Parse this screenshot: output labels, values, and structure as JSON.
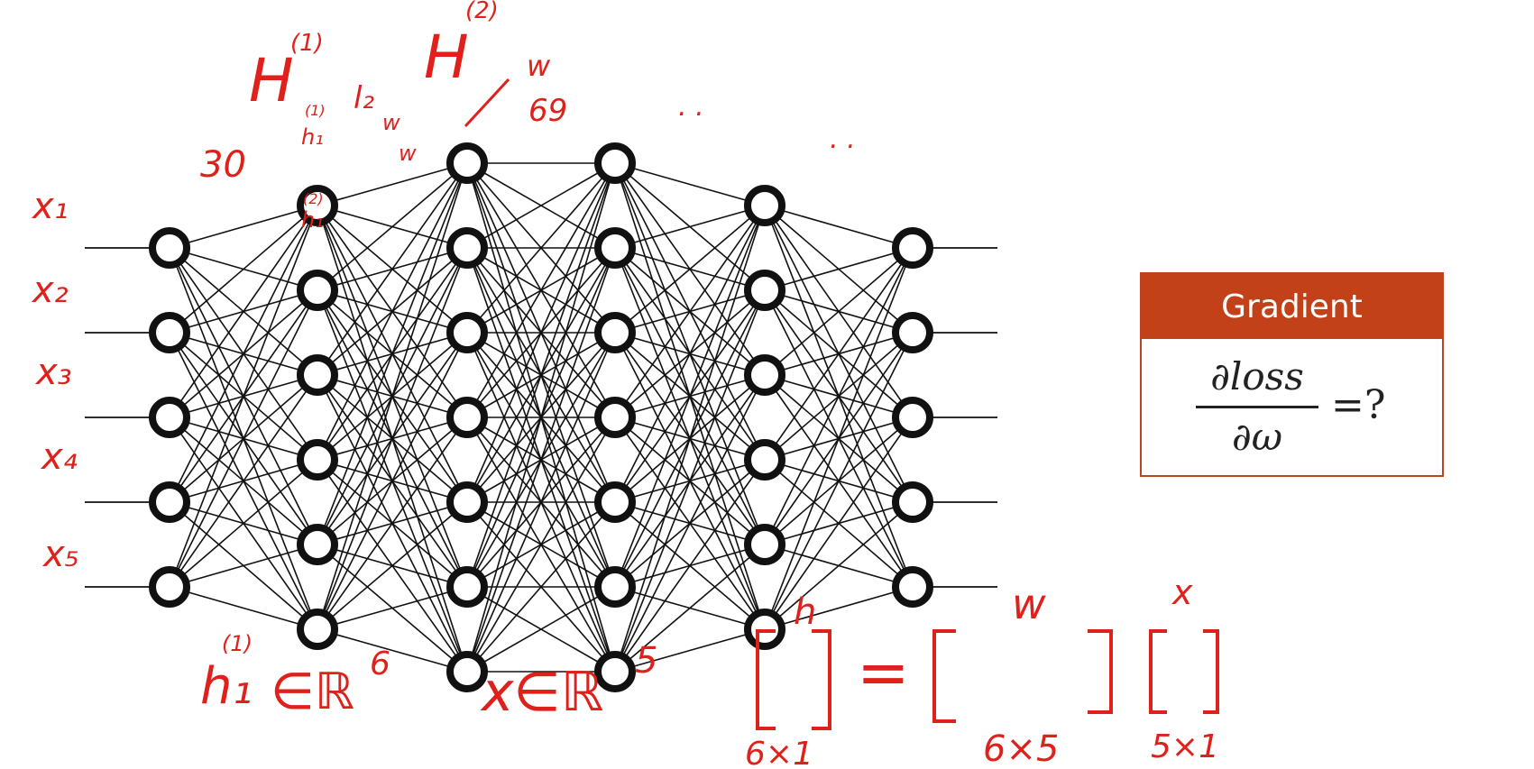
{
  "network": {
    "layers": [
      {
        "name": "input-layer",
        "nodes": 5
      },
      {
        "name": "hidden-layer-1",
        "nodes": 6
      },
      {
        "name": "hidden-layer-2",
        "nodes": 7
      },
      {
        "name": "hidden-layer-3",
        "nodes": 7
      },
      {
        "name": "hidden-layer-4",
        "nodes": 6
      },
      {
        "name": "output-layer",
        "nodes": 5
      }
    ],
    "fully_connected": true
  },
  "gradient_box": {
    "title": "Gradient",
    "numerator": "∂loss",
    "denominator": "∂ω",
    "suffix": "=?"
  },
  "annotations": {
    "inputs": [
      "x₁",
      "x₂",
      "x₃",
      "x₄",
      "x₅"
    ],
    "H1": "H",
    "H1_sup": "(1)",
    "H2": "H",
    "H2_sup": "(2)",
    "count_30": "30",
    "h1_top": "h₁",
    "h1_top_sup": "(1)",
    "h2_top": "h₁",
    "h2_top_sup": "(2)",
    "l2": "l₂",
    "w_small1": "w",
    "w_small2": "w",
    "w_top": "w",
    "num_69": "69",
    "dots1": ". .",
    "dots2": ". .",
    "h_in_R": "h₁",
    "h_in_R_sup": "(1)",
    "in_R6": "∈ℝ",
    "in_R6_sup": "6",
    "x_in_R": "x∈ℝ",
    "x_in_R_sup": "5",
    "matrix_h_label": "h",
    "matrix_w_label": "w",
    "matrix_x_label": "x",
    "equals": "=",
    "dim_h": "6×1",
    "dim_w": "6×5",
    "dim_x": "5×1"
  }
}
